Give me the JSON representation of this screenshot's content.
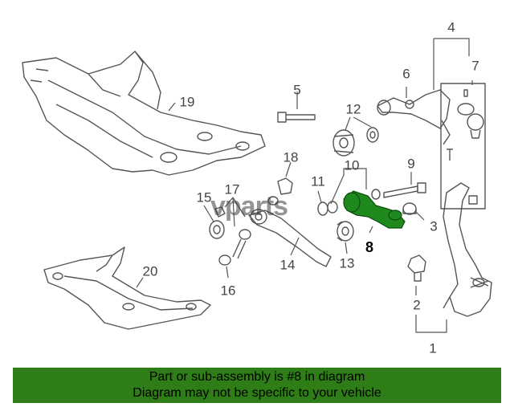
{
  "watermark": "vparts",
  "callouts": [
    {
      "id": "1",
      "label": "1"
    },
    {
      "id": "2",
      "label": "2"
    },
    {
      "id": "3",
      "label": "3"
    },
    {
      "id": "4",
      "label": "4"
    },
    {
      "id": "5",
      "label": "5"
    },
    {
      "id": "6",
      "label": "6"
    },
    {
      "id": "7",
      "label": "7"
    },
    {
      "id": "8",
      "label": "8"
    },
    {
      "id": "9",
      "label": "9"
    },
    {
      "id": "10",
      "label": "10"
    },
    {
      "id": "11",
      "label": "11"
    },
    {
      "id": "12",
      "label": "12"
    },
    {
      "id": "13",
      "label": "13"
    },
    {
      "id": "14",
      "label": "14"
    },
    {
      "id": "15",
      "label": "15"
    },
    {
      "id": "16",
      "label": "16"
    },
    {
      "id": "17",
      "label": "17"
    },
    {
      "id": "18",
      "label": "18"
    },
    {
      "id": "19",
      "label": "19"
    },
    {
      "id": "20",
      "label": "20"
    }
  ],
  "highlight_color": "#1e8a1e",
  "banner": {
    "line1": "Part or sub-assembly is #8 in diagram",
    "line2": "Diagram may not be specific to your vehicle",
    "background": "#2e7d16"
  }
}
